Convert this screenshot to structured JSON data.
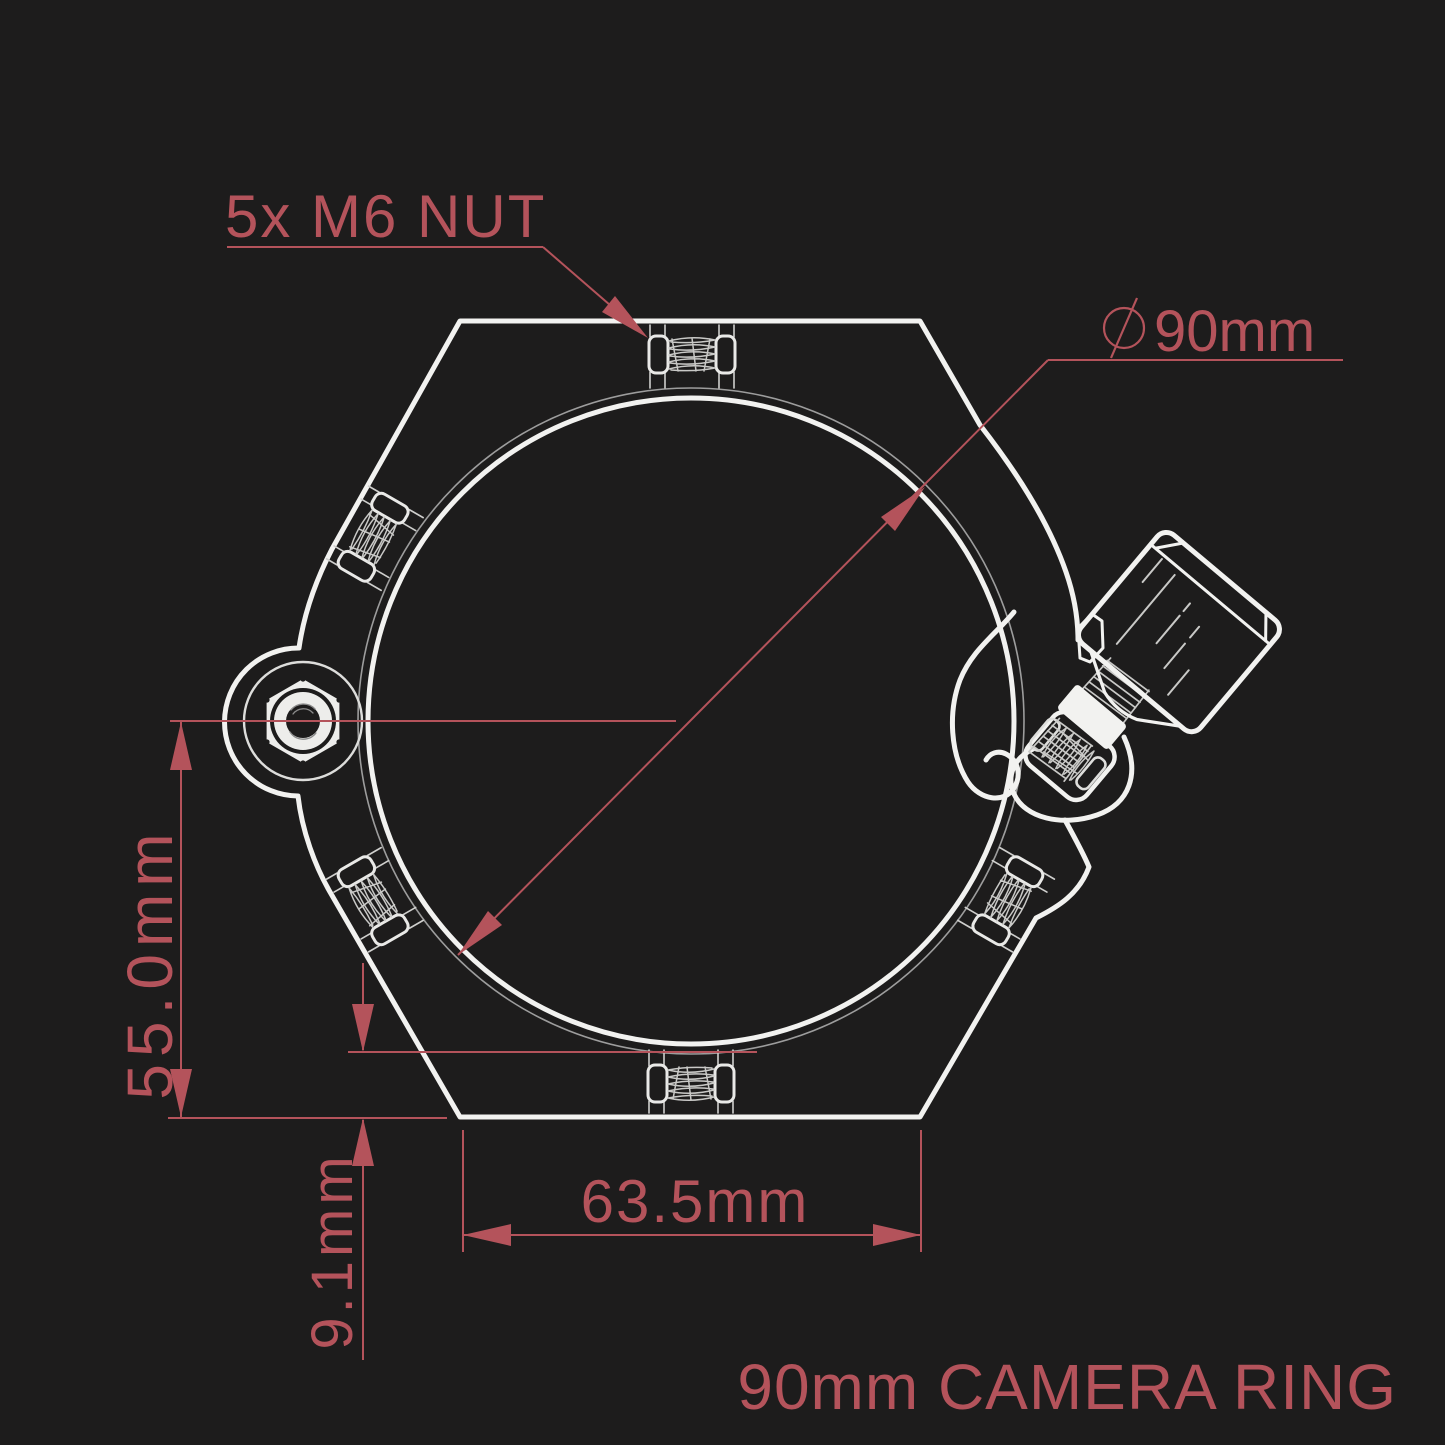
{
  "drawing": {
    "title": "90mm CAMERA RING",
    "callout_nut": "5x M6 NUT",
    "dim_diameter_symbol": "⌀",
    "dim_diameter": "90mm",
    "dim_height": "55.0mm",
    "dim_offset": "9.1mm",
    "dim_width": "63.5mm"
  },
  "values": {
    "nut_count": 5,
    "nut_spec": "M6",
    "bore_diameter_mm": 90,
    "height_mm": 55.0,
    "offset_mm": 9.1,
    "width_mm": 63.5
  },
  "colors": {
    "background": "#1d1c1c",
    "line_main": "#f2f2f0",
    "line_thin": "#c9c9c9",
    "line_faint": "#9d9d9d",
    "dimension_red": "#b4535b"
  }
}
